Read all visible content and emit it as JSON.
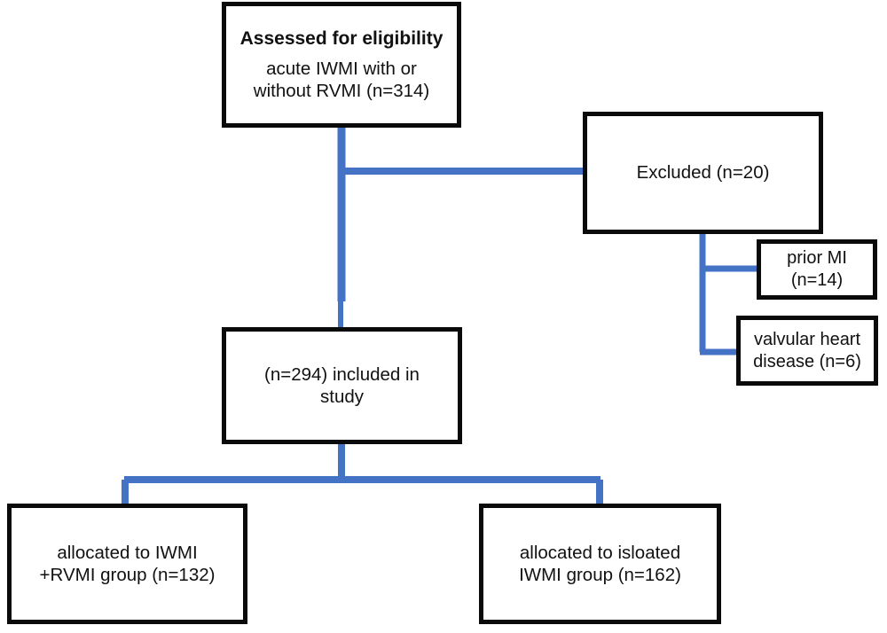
{
  "diagram": {
    "title": "CONSORT-style patient flow diagram",
    "colors": {
      "connector": "#4472C4",
      "box_border": "#0A0A0A",
      "box_fill": "#FFFFFF",
      "text": "#111111",
      "background": "#FFFFFF"
    },
    "nodes": {
      "assessed": {
        "name": "assessed-for-eligibility",
        "heading": "Assessed for eligibility",
        "line1": "acute IWMI with or",
        "line2": "without RVMI (n=314)",
        "count": 314
      },
      "excluded": {
        "name": "excluded",
        "line1": "Excluded (n=20)",
        "count": 20
      },
      "prior_mi": {
        "name": "prior-mi",
        "line1": "prior MI",
        "line2": "(n=14)",
        "count": 14
      },
      "valvular": {
        "name": "valvular-heart-disease",
        "line1": "valvular heart",
        "line2": "disease (n=6)",
        "count": 6
      },
      "included": {
        "name": "included-in-study",
        "line1": "(n=294) included in",
        "line2": "study",
        "count": 294
      },
      "left_group": {
        "name": "iwmi-plus-rvmi-group",
        "line1": "allocated to IWMI",
        "line2": "+RVMI group (n=132)",
        "count": 132
      },
      "right_group": {
        "name": "isolated-iwmi-group",
        "line1": "allocated to isloated",
        "line2": "IWMI group (n=162)",
        "count": 162
      }
    },
    "connectors": [
      {
        "name": "assessed-to-included-trunk",
        "from": "assessed",
        "to": "included"
      },
      {
        "name": "trunk-to-excluded",
        "from": "assessed",
        "to": "excluded"
      },
      {
        "name": "excluded-to-prior-mi",
        "from": "excluded",
        "to": "prior_mi"
      },
      {
        "name": "excluded-to-valvular",
        "from": "excluded",
        "to": "valvular"
      },
      {
        "name": "included-to-left-group",
        "from": "included",
        "to": "left_group"
      },
      {
        "name": "included-to-right-group",
        "from": "included",
        "to": "right_group"
      }
    ]
  }
}
